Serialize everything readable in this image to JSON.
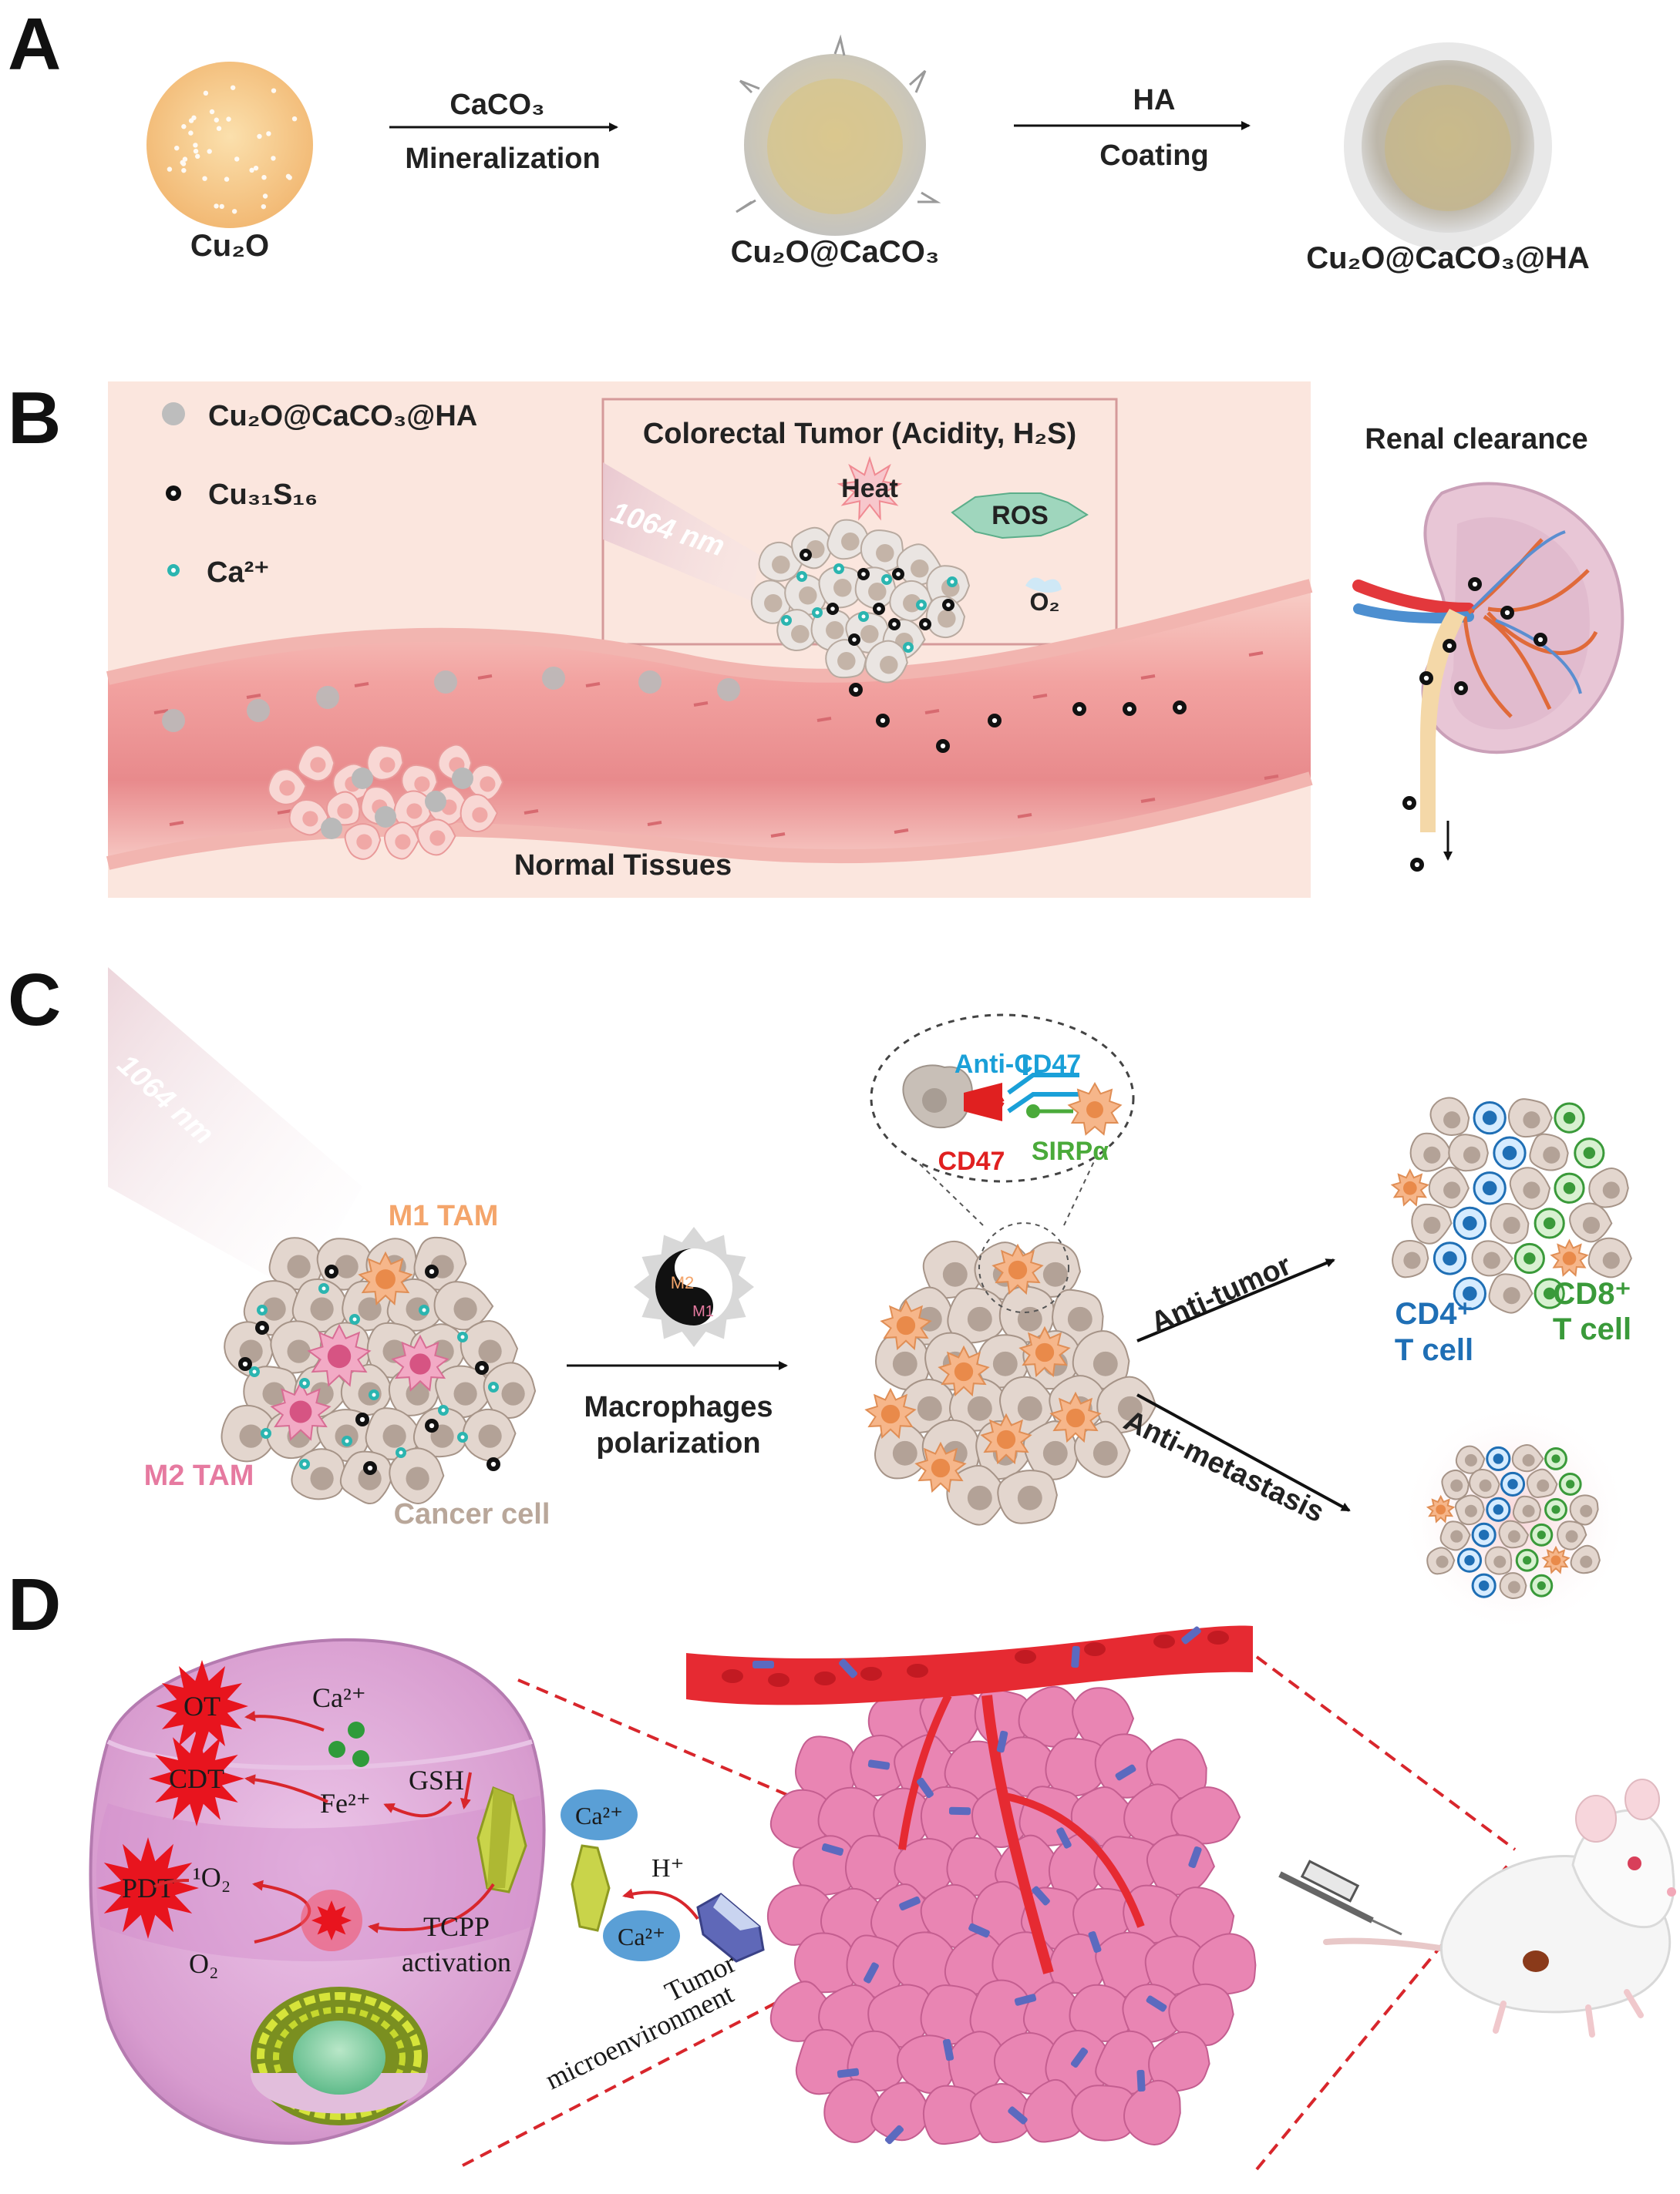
{
  "panels": {
    "a": {
      "letter": "A"
    },
    "b": {
      "letter": "B"
    },
    "c": {
      "letter": "C"
    },
    "d": {
      "letter": "D"
    }
  },
  "panel_a": {
    "np1_label": "Cu₂O",
    "step1_top": "CaCO₃",
    "step1_bottom": "Mineralization",
    "np2_label": "Cu₂O@CaCO₃",
    "step2_top": "HA",
    "step2_bottom": "Coating",
    "np3_label": "Cu₂O@CaCO₃@HA"
  },
  "panel_b": {
    "legend": [
      {
        "text": "Cu₂O@CaCO₃@HA"
      },
      {
        "text": "Cu₃₁S₁₆"
      },
      {
        "text": "Ca²⁺"
      }
    ],
    "tumor_title": "Colorectal Tumor (Acidity, H₂S)",
    "laser_label": "1064 nm",
    "heat_label": "Heat",
    "ros_label": "ROS",
    "o2_label": "O₂",
    "normal_label": "Normal Tissues",
    "renal_label": "Renal clearance"
  },
  "panel_c": {
    "laser_label": "1064 nm",
    "m1_label": "M1 TAM",
    "m2_label": "M2 TAM",
    "cancer_label": "Cancer cell",
    "yinyang_m2": "M2",
    "yinyang_m1": "M1",
    "arrow_line1": "Macrophages",
    "arrow_line2": "polarization",
    "anti_cd47": "Anti-CD47",
    "cd47": "CD47",
    "sirpa": "SIRPα",
    "anti_tumor": "Anti-tumor",
    "anti_metastasis": "Anti-metastasis",
    "cd4_line1": "CD4⁺",
    "cd4_line2": "T cell",
    "cd8_line1": "CD8⁺",
    "cd8_line2": "T cell"
  },
  "panel_d": {
    "ot": "OT",
    "cdt": "CDT",
    "pdt": "PDT",
    "ca_in": "Ca²⁺",
    "fe": "Fe²⁺",
    "gsh": "GSH",
    "singlet": "¹O₂",
    "o2": "O₂",
    "tcpp1": "TCPP",
    "tcpp2": "activation",
    "ca_out1": "Ca²⁺",
    "ca_out2": "Ca²⁺",
    "h_plus": "H⁺",
    "tme1": "Tumor",
    "tme2": "microenvironment"
  },
  "colors": {
    "cu2o_core": "#f6c98a",
    "cu31s16": "#111111",
    "ca_ion": "#2bb5b0",
    "m1_orange": "#f4a56b",
    "m2_pink": "#e67aa0",
    "cancer_tan": "#b9a79a",
    "cd4_blue": "#1f6fb5",
    "cd8_green": "#3a9a3a",
    "anti_cd47_cyan": "#1aa0d8",
    "cd47_red": "#e02020",
    "sirpa_green": "#4aaa3a",
    "vessel_red": "#e84a4a",
    "tumor_pink": "#e985b3",
    "cell_violet": "#d79ad0",
    "therapy_star_red": "#e8141e",
    "ca_bubble_blue": "#5a9fd6"
  }
}
